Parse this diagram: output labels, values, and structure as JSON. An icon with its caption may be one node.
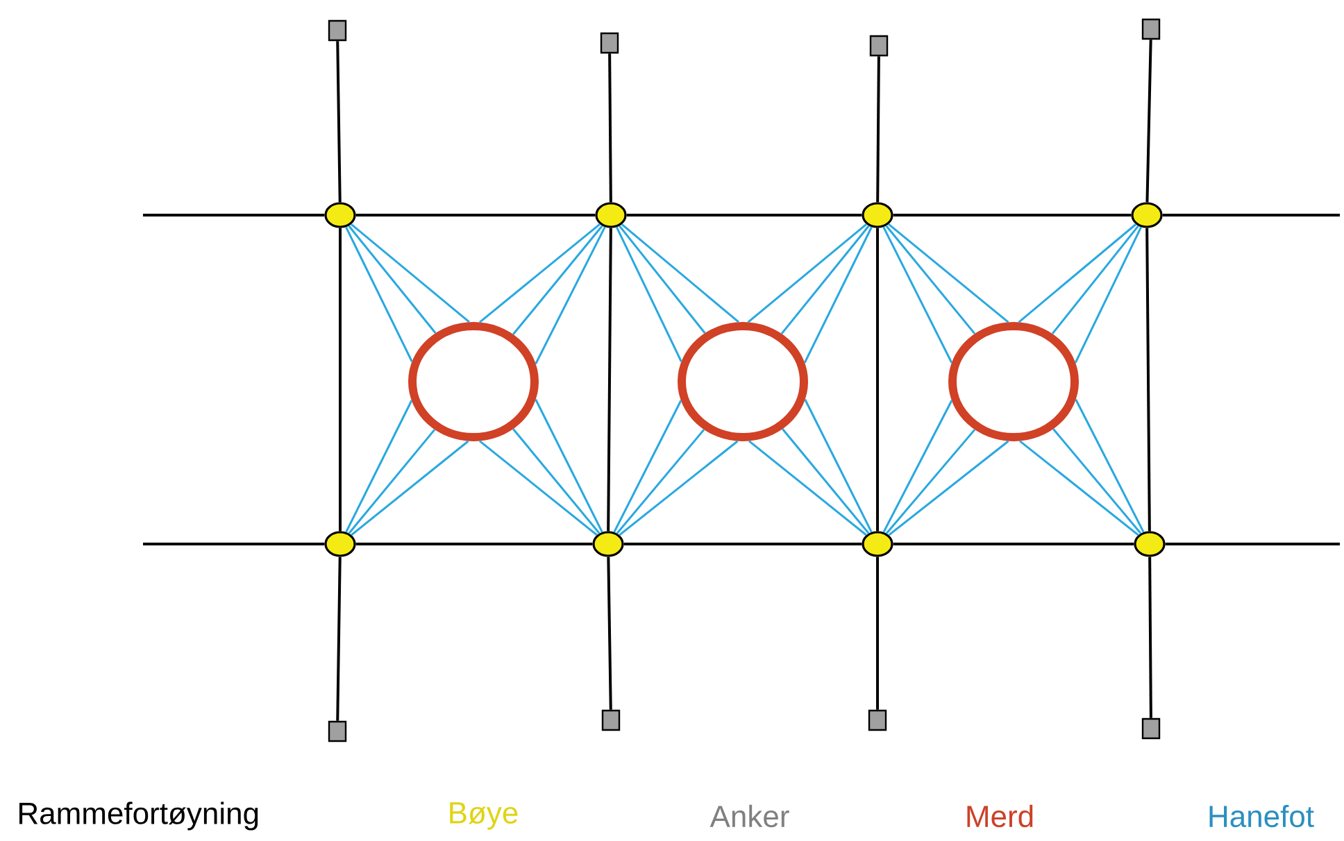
{
  "diagram": {
    "title": "Rammefortøyning",
    "nodes": [
      {
        "text": [],
        "shape": "box"
      },
      {
        "text": [],
        "shape": "box"
      },
      {
        "text": [],
        "shape": "box"
      },
      {
        "text": [],
        "shape": "box"
      },
      {
        "text": [],
        "shape": "circle"
      },
      {
        "text": [],
        "shape": "circle"
      },
      {
        "text": [],
        "shape": "circle"
      },
      {
        "text": [],
        "shape": "circle"
      },
      {
        "text": [],
        "shape": "circle"
      },
      {
        "text": [],
        "shape": "circle"
      },
      {
        "text": [],
        "shape": "circle"
      },
      {
        "text": [],
        "shape": "circle"
      },
      {
        "text": [],
        "shape": "circle"
      },
      {
        "text": [],
        "shape": "circle"
      },
      {
        "text": [],
        "shape": "circle"
      },
      {
        "text": [],
        "shape": "box"
      },
      {
        "text": [],
        "shape": "box"
      },
      {
        "text": [],
        "shape": "box"
      },
      {
        "text": [],
        "shape": "box"
      }
    ],
    "edges": [
      {
        "from": 0,
        "to": 4,
        "arrow": "none",
        "color": "#000000"
      },
      {
        "from": 1,
        "to": 5,
        "arrow": "none",
        "color": "#000000"
      },
      {
        "from": 2,
        "to": 6,
        "arrow": "none",
        "color": "#000000"
      },
      {
        "from": 3,
        "to": 7,
        "arrow": "none",
        "color": "#000000"
      },
      {
        "from": null,
        "to": 4,
        "arrow": "none",
        "color": "#000000"
      },
      {
        "from": 4,
        "to": 5,
        "arrow": "none",
        "color": "#000000"
      },
      {
        "from": 5,
        "to": 6,
        "arrow": "none",
        "color": "#000000"
      },
      {
        "from": 6,
        "to": 7,
        "arrow": "none",
        "color": "#000000"
      },
      {
        "from": 7,
        "to": null,
        "arrow": "none",
        "color": "#000000"
      },
      {
        "from": 4,
        "to": 11,
        "arrow": "none",
        "color": "#000000"
      },
      {
        "from": 5,
        "to": 12,
        "arrow": "none",
        "color": "#000000"
      },
      {
        "from": 6,
        "to": 13,
        "arrow": "none",
        "color": "#000000"
      },
      {
        "from": 7,
        "to": 14,
        "arrow": "none",
        "color": "#000000"
      },
      {
        "from": null,
        "to": 11,
        "arrow": "none",
        "color": "#000000"
      },
      {
        "from": 11,
        "to": 12,
        "arrow": "none",
        "color": "#000000"
      },
      {
        "from": 12,
        "to": 13,
        "arrow": "none",
        "color": "#000000"
      },
      {
        "from": 13,
        "to": 14,
        "arrow": "none",
        "color": "#000000"
      },
      {
        "from": 14,
        "to": null,
        "arrow": "none",
        "color": "#000000"
      },
      {
        "from": 11,
        "to": 15,
        "arrow": "none",
        "color": "#000000"
      },
      {
        "from": 12,
        "to": 16,
        "arrow": "none",
        "color": "#000000"
      },
      {
        "from": 13,
        "to": 17,
        "arrow": "none",
        "color": "#000000"
      },
      {
        "from": 14,
        "to": 18,
        "arrow": "none",
        "color": "#000000"
      },
      {
        "from": 4,
        "to": 8,
        "arrow": "none"
      },
      {
        "from": 4,
        "to": 8,
        "arrow": "none"
      },
      {
        "from": 4,
        "to": 8,
        "arrow": "none"
      },
      {
        "from": 5,
        "to": 8,
        "arrow": "none"
      },
      {
        "from": 5,
        "to": 8,
        "arrow": "none"
      },
      {
        "from": 5,
        "to": 8,
        "arrow": "none"
      },
      {
        "from": 11,
        "to": 8,
        "arrow": "none"
      },
      {
        "from": 11,
        "to": 8,
        "arrow": "none"
      },
      {
        "from": 11,
        "to": 8,
        "arrow": "none"
      },
      {
        "from": 12,
        "to": 8,
        "arrow": "none"
      },
      {
        "from": 12,
        "to": 8,
        "arrow": "none"
      },
      {
        "from": 12,
        "to": 8,
        "arrow": "none"
      },
      {
        "from": 5,
        "to": 9,
        "arrow": "none"
      },
      {
        "from": 5,
        "to": 9,
        "arrow": "none"
      },
      {
        "from": 5,
        "to": 9,
        "arrow": "none"
      },
      {
        "from": 6,
        "to": 9,
        "arrow": "none"
      },
      {
        "from": 6,
        "to": 9,
        "arrow": "none"
      },
      {
        "from": 6,
        "to": 9,
        "arrow": "none"
      },
      {
        "from": 12,
        "to": 9,
        "arrow": "none"
      },
      {
        "from": 12,
        "to": 9,
        "arrow": "none"
      },
      {
        "from": 12,
        "to": 9,
        "arrow": "none"
      },
      {
        "from": 13,
        "to": 9,
        "arrow": "none"
      },
      {
        "from": 13,
        "to": 9,
        "arrow": "none"
      },
      {
        "from": 13,
        "to": 9,
        "arrow": "none"
      },
      {
        "from": 6,
        "to": 10,
        "arrow": "none"
      },
      {
        "from": 6,
        "to": 10,
        "arrow": "none"
      },
      {
        "from": 6,
        "to": 10,
        "arrow": "none"
      },
      {
        "from": 7,
        "to": 10,
        "arrow": "none"
      },
      {
        "from": 7,
        "to": 10,
        "arrow": "none"
      },
      {
        "from": 7,
        "to": 10,
        "arrow": "none"
      },
      {
        "from": 13,
        "to": 10,
        "arrow": "none"
      },
      {
        "from": 13,
        "to": 10,
        "arrow": "none"
      },
      {
        "from": 13,
        "to": 10,
        "arrow": "none"
      },
      {
        "from": 14,
        "to": 10,
        "arrow": "none"
      },
      {
        "from": 14,
        "to": 10,
        "arrow": "none"
      },
      {
        "from": 14,
        "to": 10,
        "arrow": "none"
      }
    ],
    "legend": [
      {
        "text": "Bøye",
        "color": "#e0d415"
      },
      {
        "text": "Anker",
        "color": "#808080"
      },
      {
        "text": "Merd",
        "color": "#cc4128"
      },
      {
        "text": "Hanefot",
        "color": "#2a8fc0"
      }
    ]
  }
}
